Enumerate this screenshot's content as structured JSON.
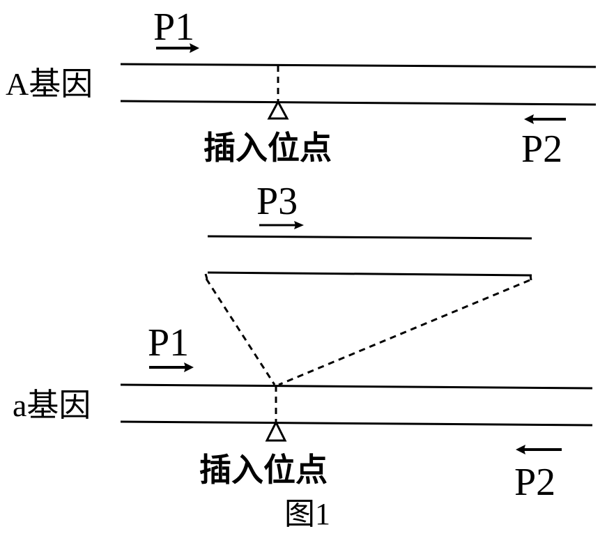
{
  "figure": {
    "caption": "图1",
    "gene_A": {
      "label": "A基因",
      "insertion_label": "插入位点",
      "primer_forward": "P1",
      "primer_reverse": "P2"
    },
    "insert": {
      "primer": "P3"
    },
    "gene_a": {
      "label": "a基因",
      "insertion_label": "插入位点",
      "primer_forward": "P1",
      "primer_reverse": "P2"
    }
  }
}
